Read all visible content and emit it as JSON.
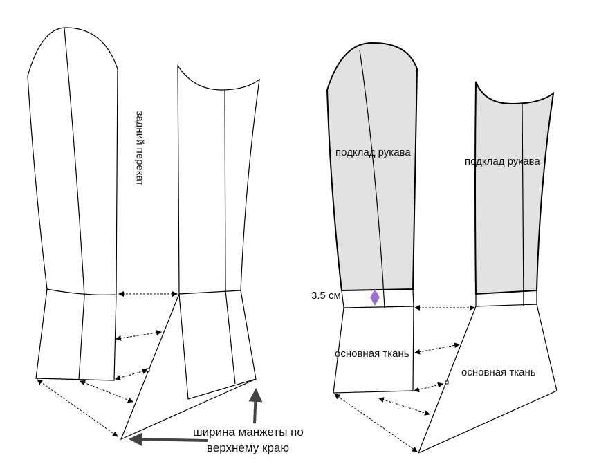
{
  "labels": {
    "back_roll": "задний перекат",
    "lining_left": "подклад рукава",
    "lining_right": "подклад рукава",
    "main_fabric_left": "основная ткань",
    "main_fabric_right": "основная ткань",
    "measurement": "3.5 см",
    "cuff_note_line1": "ширина манжеты по",
    "cuff_note_line2": "верхнему краю"
  },
  "colors": {
    "lining_fill": "#e2e2e2",
    "marker": "#9b6fd0",
    "arrow": "#444444"
  }
}
